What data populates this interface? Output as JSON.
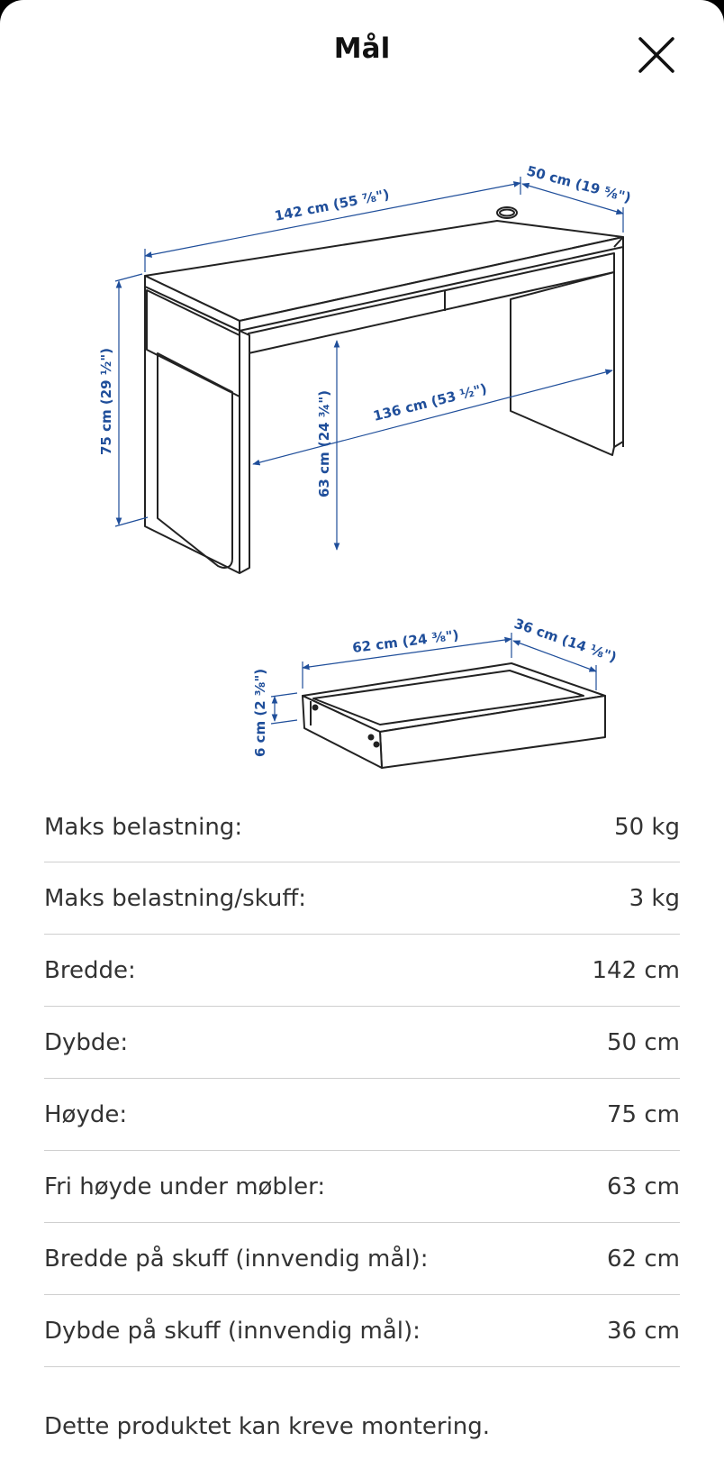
{
  "header": {
    "title": "Mål",
    "close_icon": "close-icon"
  },
  "diagram": {
    "desk": {
      "width_label": "142 cm (55 ⅞\")",
      "depth_label": "50 cm (19 ⅝\")",
      "height_label": "75 cm (29 ½\")",
      "clearance_label": "63 cm (24 ¾\")",
      "inner_width_label": "136 cm (53 ½\")"
    },
    "drawer": {
      "width_label": "62 cm (24 ⅜\")",
      "depth_label": "36 cm (14 ⅛\")",
      "height_label": "6 cm (2 ⅜\")"
    },
    "line_color": "#1f4e9a"
  },
  "specs": [
    {
      "label": "Maks belastning:",
      "value": "50 kg"
    },
    {
      "label": "Maks belastning/skuff:",
      "value": "3 kg"
    },
    {
      "label": "Bredde:",
      "value": "142 cm"
    },
    {
      "label": "Dybde:",
      "value": "50 cm"
    },
    {
      "label": "Høyde:",
      "value": "75 cm"
    },
    {
      "label": "Fri høyde under møbler:",
      "value": "63 cm"
    },
    {
      "label": "Bredde på skuff (innvendig mål):",
      "value": "62 cm"
    },
    {
      "label": "Dybde på skuff (innvendig mål):",
      "value": "36 cm"
    }
  ],
  "footer": {
    "note": "Dette produktet kan kreve montering."
  }
}
